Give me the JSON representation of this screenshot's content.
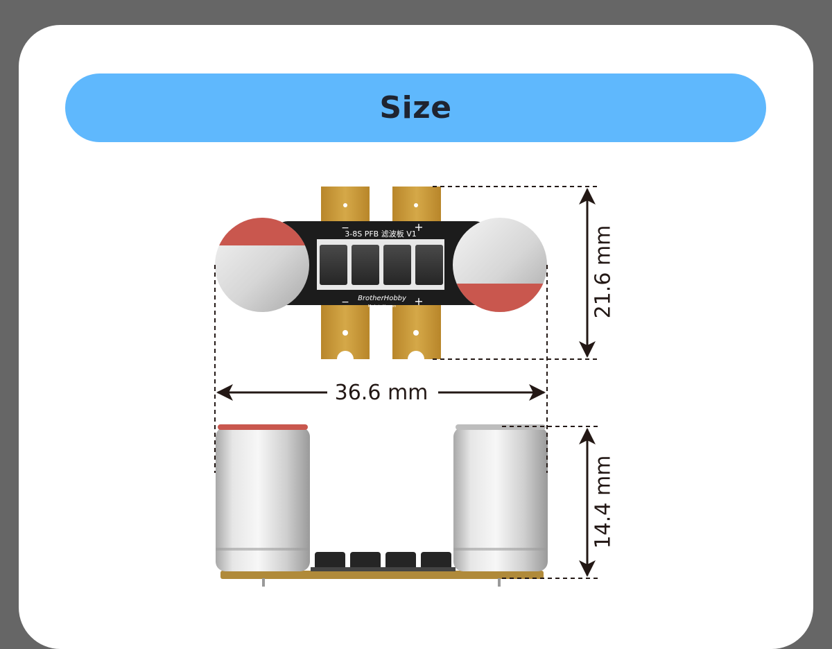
{
  "header": {
    "title": "Size"
  },
  "board": {
    "silkscreen_label": "3-8S PFB 滤波板 V1",
    "brand": "BrotherHobby",
    "brand_subtext": "Made in Heaven",
    "minus_symbol": "−",
    "plus_symbol": "+"
  },
  "dimensions": {
    "width_label": "36.6 mm",
    "top_height_label": "21.6 mm",
    "side_height_label": "14.4 mm"
  },
  "colors": {
    "background": "#666666",
    "card": "#ffffff",
    "banner": "#5fb8fd",
    "title_text": "#1f2430",
    "dimension_ink": "#231815",
    "pcb": "#1c1c1c",
    "copper_tab": "#c99a35",
    "capacitor_sleeve": "#d4d4d4",
    "capacitor_band": "#c9574e"
  }
}
